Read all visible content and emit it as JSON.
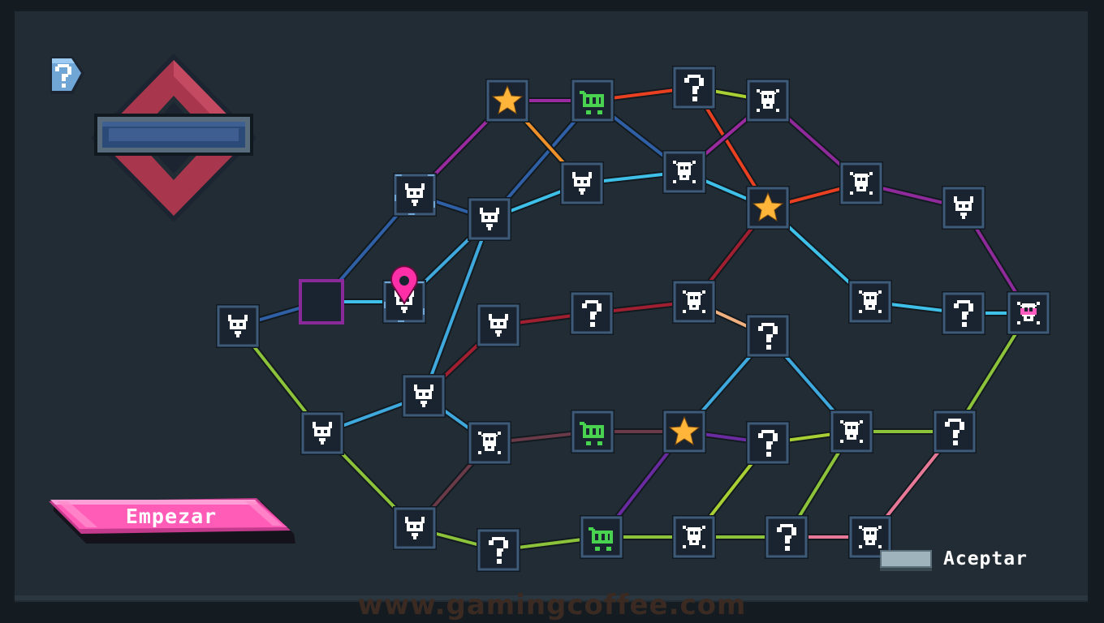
{
  "ui": {
    "help_icon": "question-mark-icon",
    "emblem_icon": "diamond-emblem-icon",
    "start_label": "Empezar",
    "accept_label": "Aceptar",
    "watermark": "www.gamingcoffee.com",
    "colors": {
      "panel": "#212c34",
      "node_fill": "#1a2430",
      "node_border": "#3d5a78",
      "start_button": "#ff5cb8",
      "marker": "#ff2fa8",
      "star": "#ffb43a",
      "shop": "#49d24f"
    }
  },
  "map": {
    "nodes": [
      {
        "id": "n1",
        "type": "enemy"
      },
      {
        "id": "n2",
        "type": "current"
      },
      {
        "id": "n3",
        "type": "enemy"
      },
      {
        "id": "n4",
        "type": "enemy"
      },
      {
        "id": "n5",
        "type": "enemy"
      },
      {
        "id": "n6",
        "type": "enemy"
      },
      {
        "id": "n7",
        "type": "enemy"
      },
      {
        "id": "n8",
        "type": "enemy"
      },
      {
        "id": "n9",
        "type": "star"
      },
      {
        "id": "n10",
        "type": "enemy"
      },
      {
        "id": "n11",
        "type": "mystery"
      },
      {
        "id": "n12",
        "type": "elite"
      },
      {
        "id": "n13",
        "type": "mystery"
      },
      {
        "id": "n14",
        "type": "enemy"
      },
      {
        "id": "n15",
        "type": "shop"
      },
      {
        "id": "n16",
        "type": "mystery"
      },
      {
        "id": "n17",
        "type": "shop"
      },
      {
        "id": "n18",
        "type": "elite"
      },
      {
        "id": "n19",
        "type": "enemy"
      },
      {
        "id": "n20",
        "type": "elite"
      },
      {
        "id": "n21",
        "type": "elite"
      },
      {
        "id": "n22",
        "type": "star"
      },
      {
        "id": "n23",
        "type": "mystery"
      },
      {
        "id": "n24",
        "type": "star"
      },
      {
        "id": "n25",
        "type": "mystery"
      },
      {
        "id": "n26",
        "type": "elite"
      },
      {
        "id": "n27",
        "type": "shop"
      },
      {
        "id": "n28",
        "type": "elite"
      },
      {
        "id": "n29",
        "type": "elite"
      },
      {
        "id": "n30",
        "type": "enemy"
      },
      {
        "id": "n31",
        "type": "elite"
      },
      {
        "id": "n32",
        "type": "mystery"
      },
      {
        "id": "n33",
        "type": "mystery"
      },
      {
        "id": "n34",
        "type": "mystery"
      },
      {
        "id": "n35",
        "type": "elite"
      },
      {
        "id": "n36",
        "type": "boss"
      },
      {
        "id": "n37",
        "type": "empty"
      }
    ],
    "edges": [
      [
        "n1",
        "n37",
        "#2f5fa5"
      ],
      [
        "n1",
        "n8",
        "#8cc33a"
      ],
      [
        "n37",
        "n2",
        "#3fc0e8"
      ],
      [
        "n37",
        "n3",
        "#2f5fa5"
      ],
      [
        "n3",
        "n4",
        "#2f5fa5"
      ],
      [
        "n3",
        "n9",
        "#9a2aa0"
      ],
      [
        "n2",
        "n4",
        "#3fa8dc"
      ],
      [
        "n4",
        "n10",
        "#3fc0e8"
      ],
      [
        "n4",
        "n15",
        "#2f5fa5"
      ],
      [
        "n4",
        "n5",
        "#3fa8dc"
      ],
      [
        "n9",
        "n15",
        "#9a2aa0"
      ],
      [
        "n9",
        "n10",
        "#f0902a"
      ],
      [
        "n15",
        "n16",
        "#e84020"
      ],
      [
        "n15",
        "n12",
        "#2f5fa5"
      ],
      [
        "n10",
        "n12",
        "#3fc0e8"
      ],
      [
        "n16",
        "n18",
        "#a8cf34"
      ],
      [
        "n16",
        "n22",
        "#e84020"
      ],
      [
        "n12",
        "n18",
        "#9a2aa0"
      ],
      [
        "n12",
        "n22",
        "#3fc0e8"
      ],
      [
        "n18",
        "n20",
        "#8e2a9a"
      ],
      [
        "n22",
        "n20",
        "#e84020"
      ],
      [
        "n20",
        "n19",
        "#8e2a9a"
      ],
      [
        "n19",
        "n36",
        "#8e2a9a"
      ],
      [
        "n22",
        "n31",
        "#3fc0e8"
      ],
      [
        "n22",
        "n21",
        "#a01f30"
      ],
      [
        "n31",
        "n32",
        "#3fc0e8"
      ],
      [
        "n32",
        "n36",
        "#3fc0e8"
      ],
      [
        "n5",
        "n7",
        "#a01f30"
      ],
      [
        "n7",
        "n11",
        "#a01f30"
      ],
      [
        "n11",
        "n21",
        "#a01f30"
      ],
      [
        "n21",
        "n23",
        "#f0b080"
      ],
      [
        "n23",
        "n24",
        "#3fa8dc"
      ],
      [
        "n23",
        "n28",
        "#3fa8dc"
      ],
      [
        "n8",
        "n5",
        "#3fa8dc"
      ],
      [
        "n8",
        "n14",
        "#8cc33a"
      ],
      [
        "n5",
        "n26",
        "#3fa8dc"
      ],
      [
        "n26",
        "n17",
        "#6a3a48"
      ],
      [
        "n17",
        "n24",
        "#6a3a48"
      ],
      [
        "n24",
        "n25",
        "#6a2aa0"
      ],
      [
        "n25",
        "n28",
        "#a8cf34"
      ],
      [
        "n28",
        "n33",
        "#8cc33a"
      ],
      [
        "n33",
        "n36",
        "#8cc33a"
      ],
      [
        "n14",
        "n26",
        "#6a3a48"
      ],
      [
        "n14",
        "n13",
        "#8cc33a"
      ],
      [
        "n13",
        "n27",
        "#8cc33a"
      ],
      [
        "n27",
        "n24",
        "#6a2aa0"
      ],
      [
        "n27",
        "n29",
        "#8cc33a"
      ],
      [
        "n29",
        "n25",
        "#a8cf34"
      ],
      [
        "n29",
        "n34",
        "#8cc33a"
      ],
      [
        "n34",
        "n28",
        "#8cc33a"
      ],
      [
        "n34",
        "n35",
        "#e87898"
      ],
      [
        "n35",
        "n33",
        "#e87898"
      ]
    ]
  }
}
